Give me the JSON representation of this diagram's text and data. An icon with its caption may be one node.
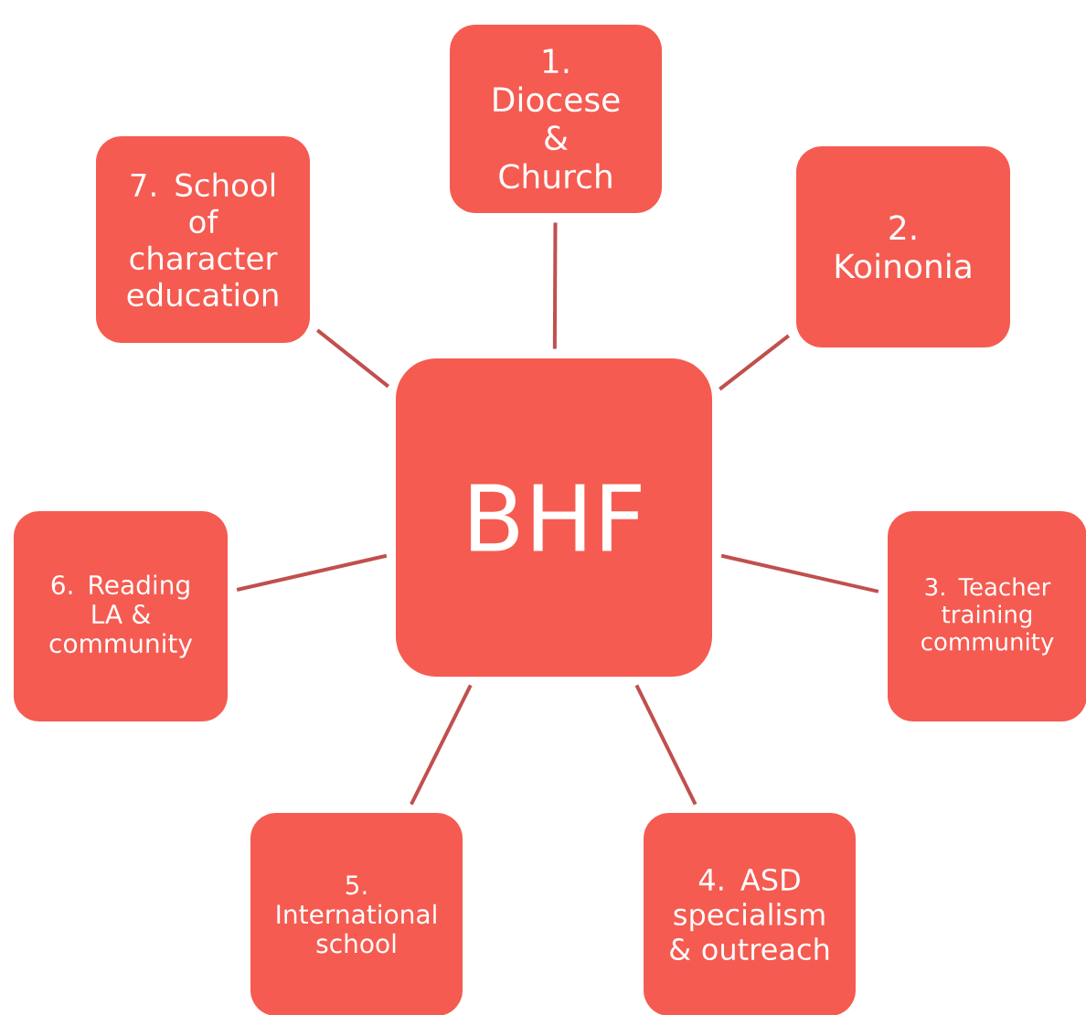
{
  "diagram": {
    "nodes": [
      {
        "text": [
          "BHF"
        ]
      },
      {
        "text": [
          "1. Diocese & Church"
        ]
      },
      {
        "text": [
          "2. Koinonia"
        ]
      },
      {
        "text": [
          "3. Teacher training community"
        ]
      },
      {
        "text": [
          "4. ASD specialism & outreach"
        ]
      },
      {
        "text": [
          "5. International school"
        ]
      },
      {
        "text": [
          "6. Reading LA & community"
        ]
      },
      {
        "text": [
          "7. School of character education"
        ]
      }
    ],
    "edges": [
      {
        "from": 0,
        "to": 1,
        "arrow": "none"
      },
      {
        "from": 0,
        "to": 2,
        "arrow": "none"
      },
      {
        "from": 0,
        "to": 3,
        "arrow": "none"
      },
      {
        "from": 0,
        "to": 4,
        "arrow": "none"
      },
      {
        "from": 0,
        "to": 5,
        "arrow": "none"
      },
      {
        "from": 0,
        "to": 6,
        "arrow": "none"
      },
      {
        "from": 0,
        "to": 7,
        "arrow": "none"
      }
    ]
  }
}
